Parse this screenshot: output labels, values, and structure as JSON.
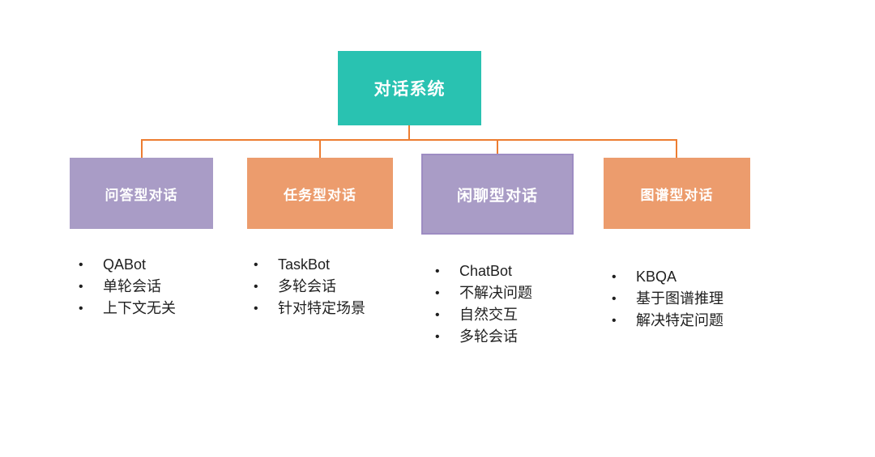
{
  "root": {
    "label": "对话系统"
  },
  "colors": {
    "teal": "#29C2B1",
    "purple": "#A99CC6",
    "orange": "#EC9C6D",
    "purple_border": "#9D8CC2",
    "connector": "#ED7D31",
    "text": "#1F1F1F"
  },
  "columns": [
    {
      "label": "问答型对话",
      "variant": "purple",
      "items": [
        "QABot",
        "单轮会话",
        "上下文无关"
      ]
    },
    {
      "label": "任务型对话",
      "variant": "orange",
      "items": [
        "TaskBot",
        "多轮会话",
        "针对特定场景"
      ]
    },
    {
      "label": "闲聊型对话",
      "variant": "purple",
      "items": [
        "ChatBot",
        "不解决问题",
        "自然交互",
        "多轮会话"
      ]
    },
    {
      "label": "图谱型对话",
      "variant": "orange",
      "items": [
        "KBQA",
        "基于图谱推理",
        "解决特定问题"
      ]
    }
  ]
}
